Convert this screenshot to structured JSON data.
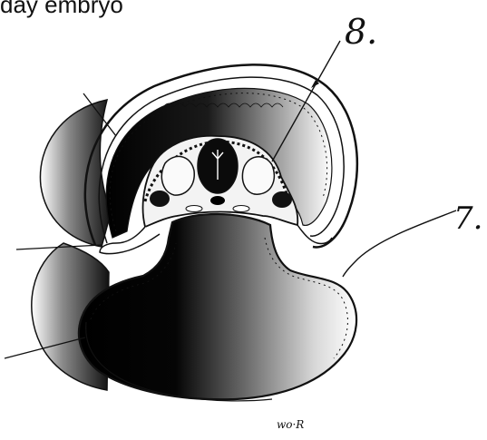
{
  "caption": "day embryo",
  "labels": {
    "eight": "8.",
    "seven": "7."
  },
  "signature": "wo·R",
  "colors": {
    "ink": "#111111",
    "paper": "#ffffff",
    "tissue": "#f1f1f1",
    "mid": "#8a8a8a"
  }
}
